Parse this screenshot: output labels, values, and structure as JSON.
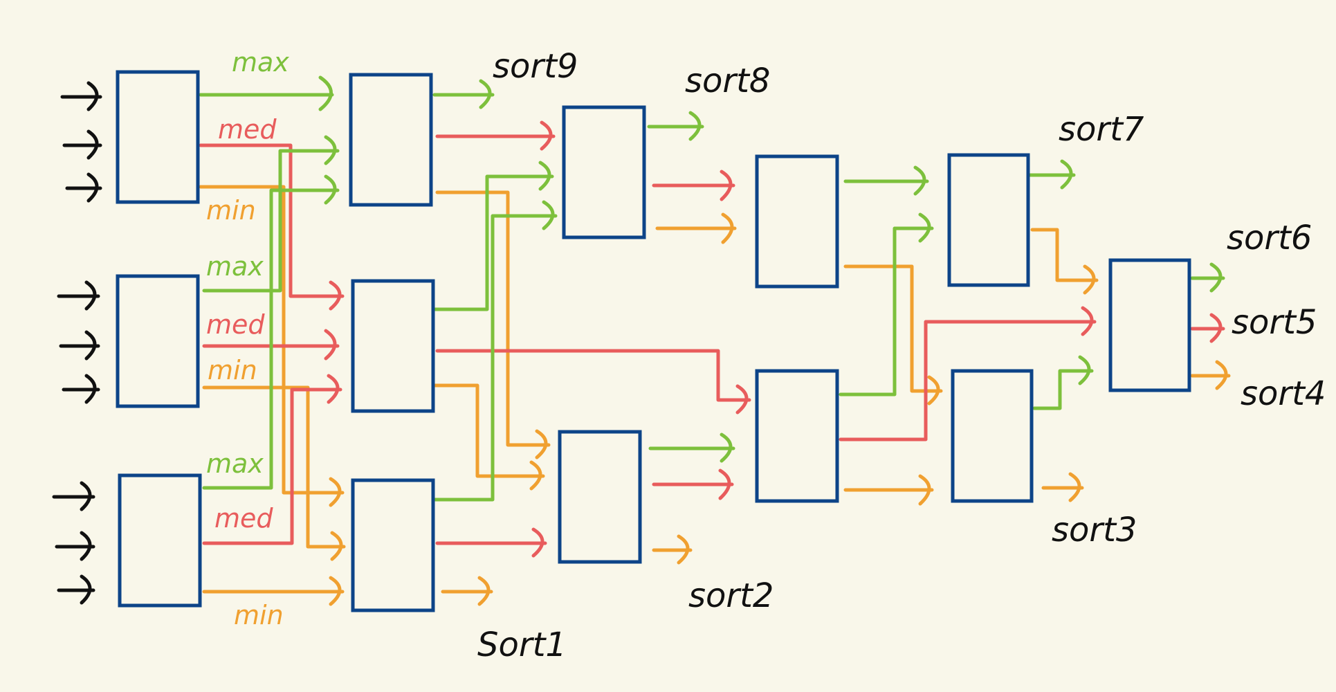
{
  "colors": {
    "max": "#7dc03c",
    "med": "#e85c5c",
    "min": "#f0a030",
    "box": "#0d4488",
    "input": "#111111",
    "background": "#f9f7ea"
  },
  "stage1_labels": [
    {
      "max": "max",
      "med": "med",
      "min": "min"
    },
    {
      "max": "max",
      "med": "med",
      "min": "min"
    },
    {
      "max": "max",
      "med": "med",
      "min": "min"
    }
  ],
  "outputs": {
    "sort1": "Sort1",
    "sort2": "sort2",
    "sort3": "sort3",
    "sort4": "sort4",
    "sort5": "sort5",
    "sort6": "sort6",
    "sort7": "sort7",
    "sort8": "sort8",
    "sort9": "sort9"
  }
}
